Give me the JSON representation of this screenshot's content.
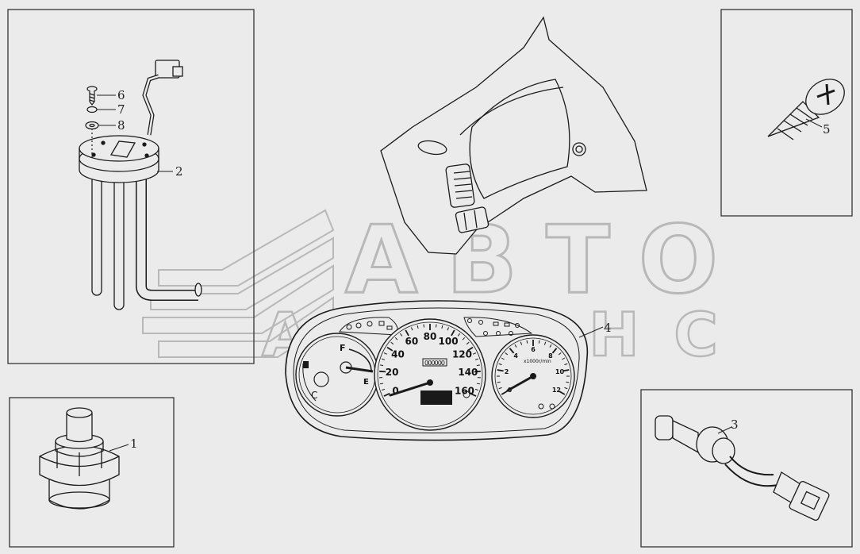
{
  "watermark": {
    "line1": "АВТО",
    "line2": "АЛЬЯНС",
    "stroke": "#b8b8b8"
  },
  "colors": {
    "background": "#ebebeb",
    "line": "#1a1a1a",
    "panel_border": "#333333"
  },
  "callouts": {
    "part1": "1",
    "part2": "2",
    "part3": "3",
    "part4": "4",
    "part5": "5",
    "part6": "6",
    "part7": "7",
    "part8": "8"
  },
  "cluster": {
    "speedometer": {
      "ticks": [
        "0",
        "20",
        "40",
        "60",
        "80",
        "100",
        "120",
        "140",
        "160"
      ]
    },
    "tachometer": {
      "ticks": [
        "0",
        "2",
        "4",
        "6",
        "8",
        "10",
        "12"
      ],
      "unit": "x1000r/min"
    },
    "fuel_gauge": {
      "full": "F",
      "empty": "E"
    },
    "temp_gauge": {
      "cold": "C"
    },
    "odometer": "000000"
  },
  "icons": {
    "screw": "self-tapping-screw-icon",
    "fuel_sender": "fuel-level-sender-icon",
    "temp_sensor": "temperature-sensor-icon",
    "bulb_socket": "bulb-socket-icon",
    "cluster": "instrument-cluster-icon",
    "dashboard": "dashboard-icon"
  }
}
